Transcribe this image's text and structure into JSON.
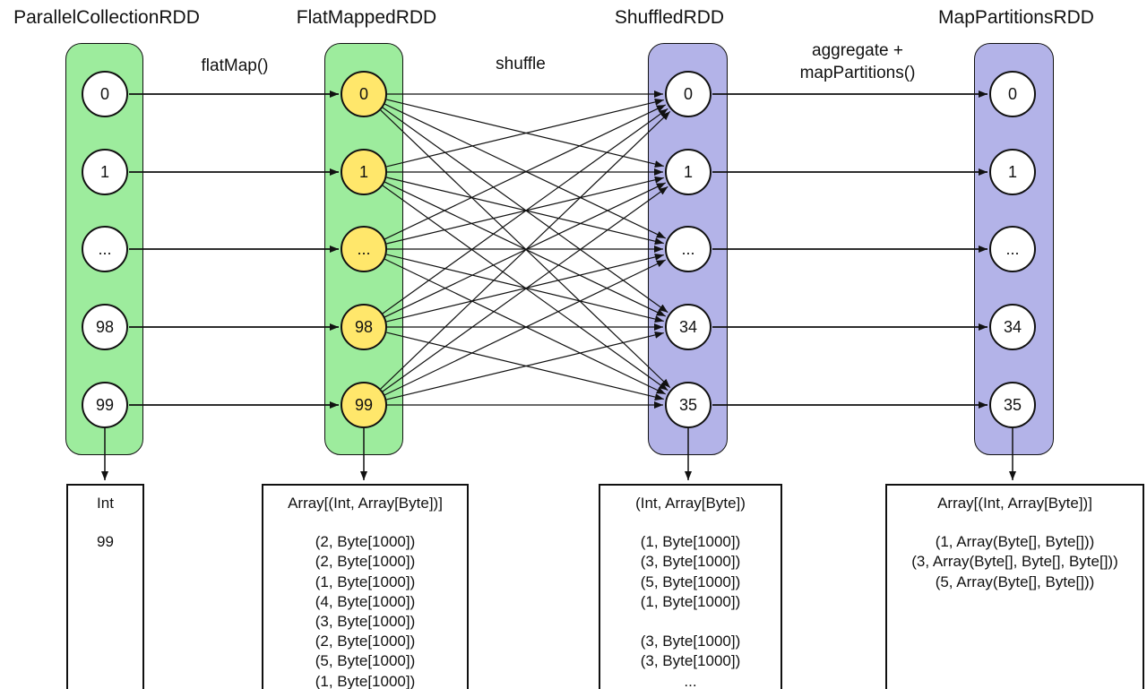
{
  "diagram": {
    "columns": [
      {
        "title": "ParallelCollectionRDD",
        "circles": [
          "0",
          "1",
          "...",
          "98",
          "99"
        ]
      },
      {
        "title": "FlatMappedRDD",
        "circles": [
          "0",
          "1",
          "...",
          "98",
          "99"
        ]
      },
      {
        "title": "ShuffledRDD",
        "circles": [
          "0",
          "1",
          "...",
          "34",
          "35"
        ]
      },
      {
        "title": "MapPartitionsRDD",
        "circles": [
          "0",
          "1",
          "...",
          "34",
          "35"
        ]
      }
    ],
    "operation_labels": {
      "flatmap": "flatMap()",
      "shuffle": "shuffle",
      "aggregate_line1": "aggregate +",
      "aggregate_line2": "mapPartitions()"
    },
    "colors": {
      "green_fill": "#9dec9d",
      "yellow_fill": "#ffe76b",
      "purple_fill": "#b3b3e8",
      "circle_fill": "#ffffff",
      "stroke": "#111111"
    }
  },
  "boxes": [
    {
      "header": "Int",
      "lines": [
        "99"
      ]
    },
    {
      "header": "Array[(Int, Array[Byte])]",
      "lines": [
        "(2, Byte[1000])",
        "(2, Byte[1000])",
        "(1, Byte[1000])",
        "(4, Byte[1000])",
        "(3, Byte[1000])",
        "(2, Byte[1000])",
        "(5, Byte[1000])",
        "(1, Byte[1000])"
      ]
    },
    {
      "header": "(Int, Array[Byte])",
      "lines": [
        "(1, Byte[1000])",
        "(3, Byte[1000])",
        "(5, Byte[1000])",
        "(1, Byte[1000])",
        "",
        "(3, Byte[1000])",
        "(3, Byte[1000])",
        "..."
      ]
    },
    {
      "header": "Array[(Int, Array[Byte])]",
      "lines": [
        "(1, Array(Byte[], Byte[]))",
        "(3, Array(Byte[], Byte[], Byte[]))",
        "(5, Array(Byte[], Byte[]))"
      ]
    }
  ]
}
